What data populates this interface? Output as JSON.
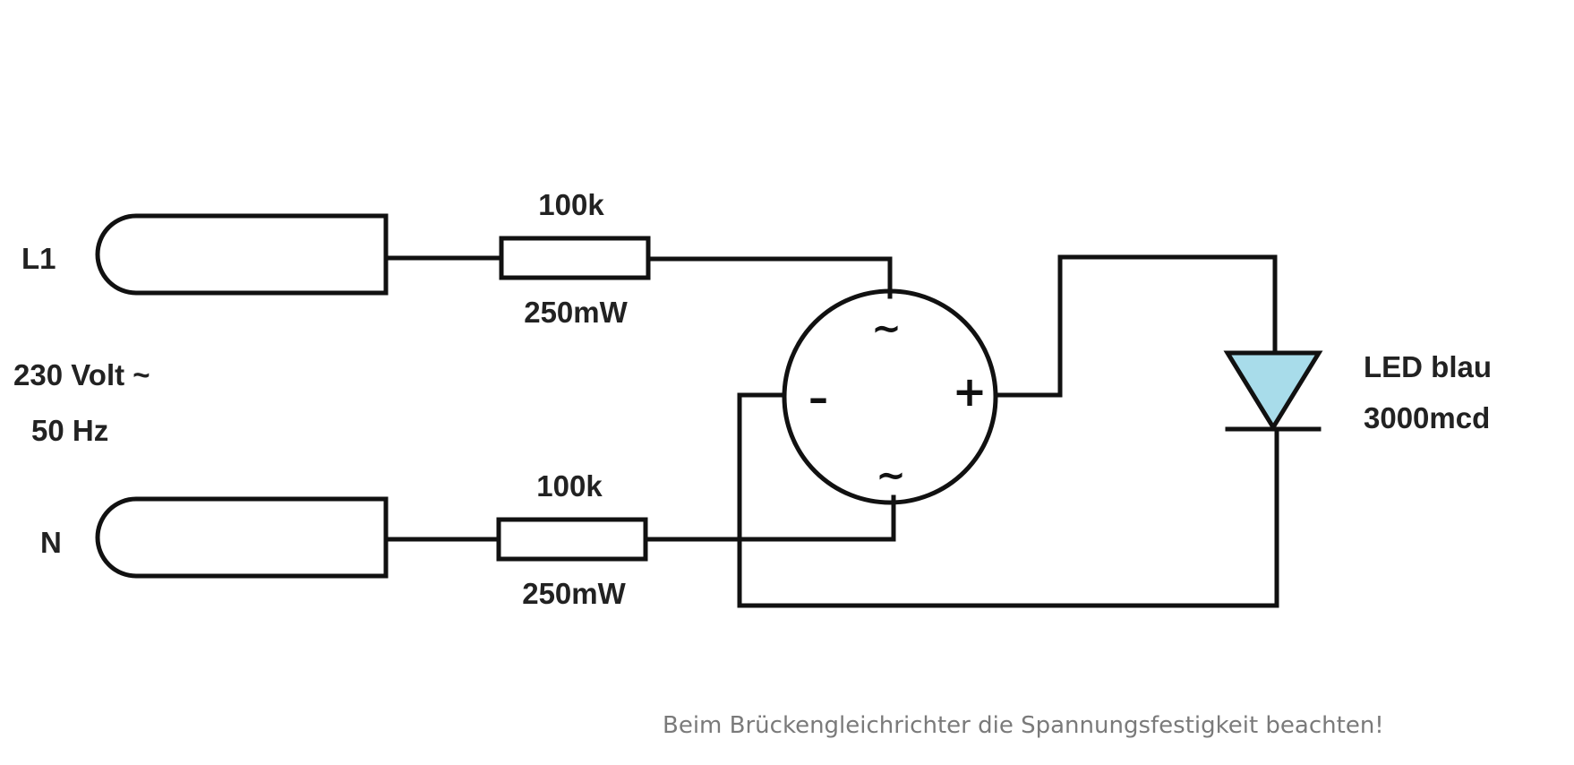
{
  "terminals": {
    "l1_label": "L1",
    "n_label": "N"
  },
  "supply": {
    "voltage_label": "230 Volt ~",
    "frequency_label": "50 Hz"
  },
  "resistor_top": {
    "value_label": "100k",
    "power_label": "250mW"
  },
  "resistor_bottom": {
    "value_label": "100k",
    "power_label": "250mW"
  },
  "bridge": {
    "ac_top_symbol": "~",
    "ac_bottom_symbol": "~",
    "minus_symbol": "–",
    "plus_symbol": "+"
  },
  "led": {
    "name_label": "LED blau",
    "intensity_label": "3000mcd",
    "fill_color": "#a8dcea"
  },
  "footer": {
    "note": "Beim Brückengleichrichter die Spannungsfestigkeit beachten!"
  }
}
